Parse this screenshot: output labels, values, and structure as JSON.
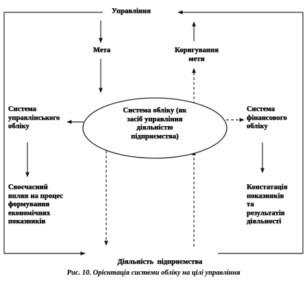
{
  "diagram": {
    "management": "Управління",
    "goal": "Мета",
    "goal_correction": [
      "Коригування",
      "мети"
    ],
    "accounting_system": [
      "Система обліку (як",
      "засіб управління",
      "діяльністю",
      "підприємства)"
    ],
    "management_accounting": [
      "Система",
      "управлінського",
      "обліку"
    ],
    "financial_accounting": [
      "Система",
      "фінансового",
      "обліку"
    ],
    "timely_influence": [
      "Своєчасний",
      "вплив на процес",
      "формування",
      "економічних",
      "показників"
    ],
    "statement_of_results": [
      "Констатація",
      "показників",
      "та",
      "результатів",
      "діяльності"
    ],
    "enterprise_activity": "Діяльність  підприємства"
  },
  "caption": "Рис. 10. Орієнтація системи обліку на цілі управління"
}
